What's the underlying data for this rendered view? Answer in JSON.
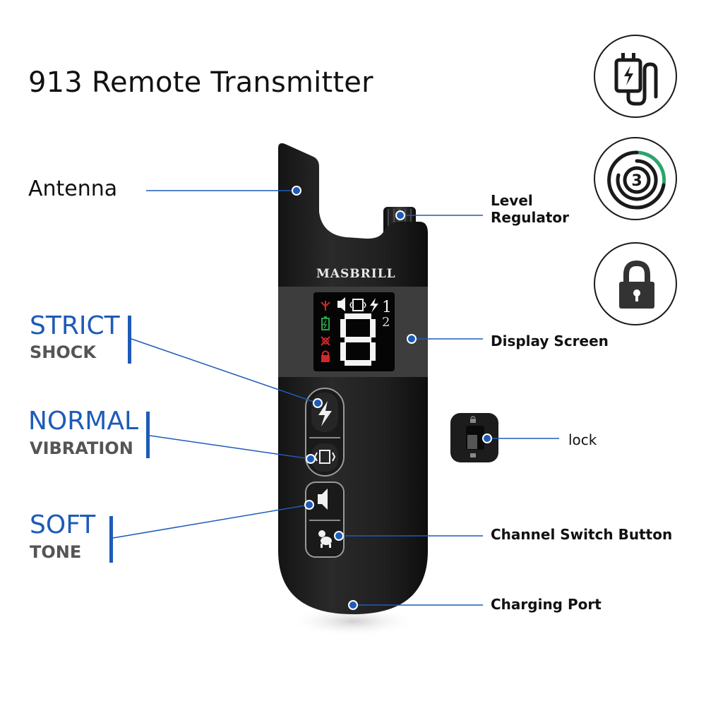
{
  "title": "913 Remote Transmitter",
  "device": {
    "brand": "MASBRILL",
    "display_digit": "8",
    "channels": [
      "1",
      "2"
    ]
  },
  "labels": {
    "antenna": "Antenna",
    "level_regulator_line1": "Level",
    "level_regulator_line2": "Regulator",
    "display_screen": "Display Screen",
    "lock": "lock",
    "channel_switch_button": "Channel Switch Button",
    "charging_port": "Charging Port"
  },
  "modes": [
    {
      "main": "STRICT",
      "sub": "SHOCK"
    },
    {
      "main": "NORMAL",
      "sub": "VIBRATION"
    },
    {
      "main": "SOFT",
      "sub": "TONE"
    }
  ],
  "feature_icons": {
    "charging": {
      "icon": "charging-plug-icon"
    },
    "levels": {
      "icon": "level-dial-icon",
      "value": "3"
    },
    "lock": {
      "icon": "padlock-icon"
    }
  },
  "colors": {
    "accent_blue": "#1e5bb8",
    "device_body": "#1c1c1c",
    "dial_green": "#2aa56b"
  }
}
